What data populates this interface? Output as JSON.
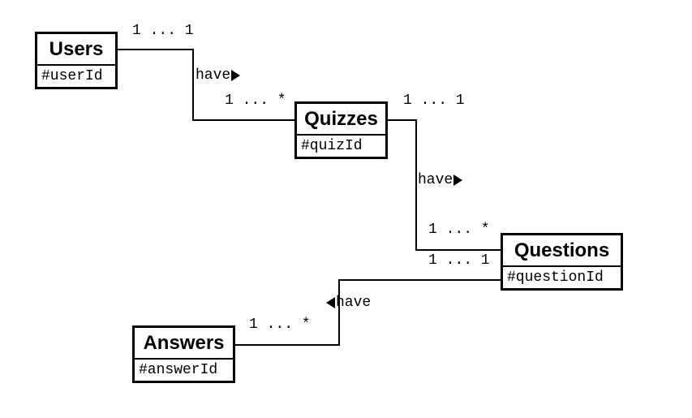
{
  "diagram": {
    "type": "entity-relationship",
    "background_color": "#ffffff",
    "line_color": "#000000",
    "entities": [
      {
        "id": "users",
        "name": "Users",
        "key": "#userId"
      },
      {
        "id": "quizzes",
        "name": "Quizzes",
        "key": "#quizId"
      },
      {
        "id": "questions",
        "name": "Questions",
        "key": "#questionId"
      },
      {
        "id": "answers",
        "name": "Answers",
        "key": "#answerId"
      }
    ],
    "relationships": [
      {
        "from": "Users",
        "to": "Quizzes",
        "verb": "have",
        "arrow_direction": "right",
        "cardinality_from": "1 ... 1",
        "cardinality_to": "1 ... *"
      },
      {
        "from": "Quizzes",
        "to": "Questions",
        "verb": "have",
        "arrow_direction": "right",
        "cardinality_from": "1 ... 1",
        "cardinality_to": "1 ... *"
      },
      {
        "from": "Questions",
        "to": "Answers",
        "verb": "have",
        "arrow_direction": "left",
        "cardinality_from": "1 ... 1",
        "cardinality_to": "1 ... *"
      }
    ]
  }
}
